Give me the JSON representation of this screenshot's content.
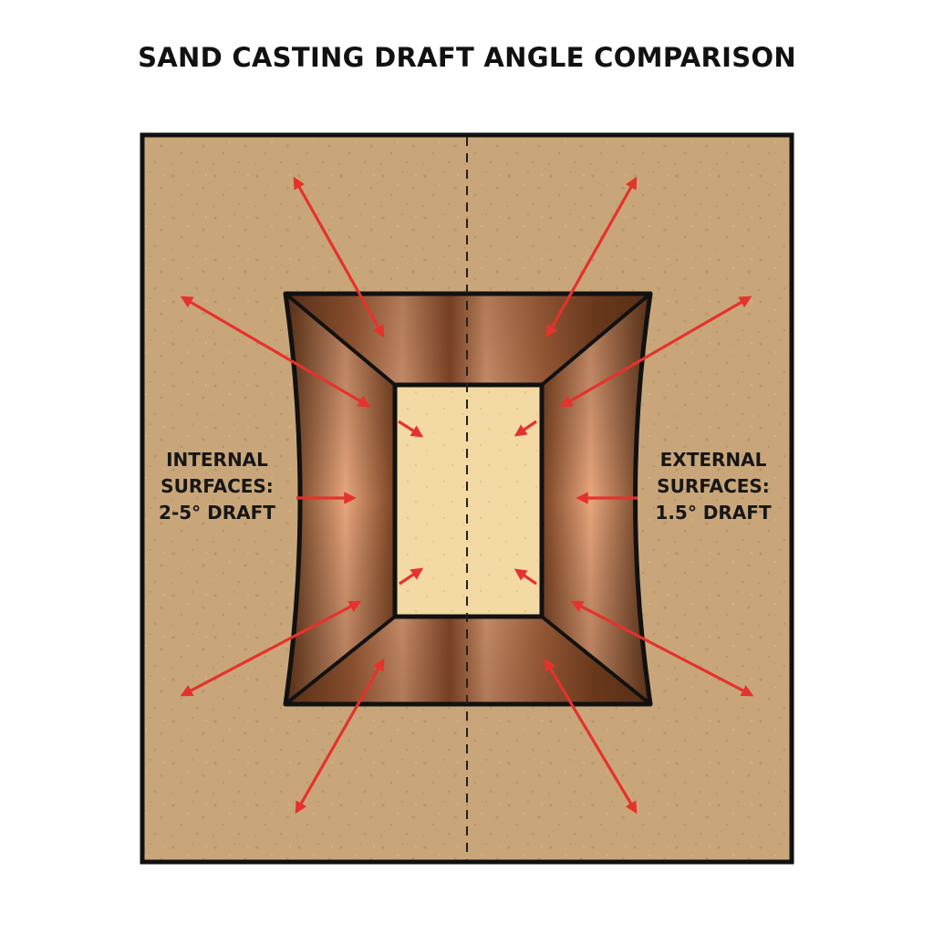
{
  "title": "SAND CASTING DRAFT ANGLE COMPARISON",
  "labels": {
    "internal": {
      "line1": "INTERNAL",
      "line2": "SURFACES:",
      "line3": "2-5° DRAFT"
    },
    "external": {
      "line1": "EXTERNAL",
      "line2": "SURFACES:",
      "line3": "1.5° DRAFT"
    }
  },
  "colors": {
    "sand": "#c9a67a",
    "core_sand": "#f3d9a3",
    "copper_dark": "#5e3318",
    "copper_light": "#e8a67d",
    "arrow": "#e5322d",
    "outline": "#111111"
  }
}
